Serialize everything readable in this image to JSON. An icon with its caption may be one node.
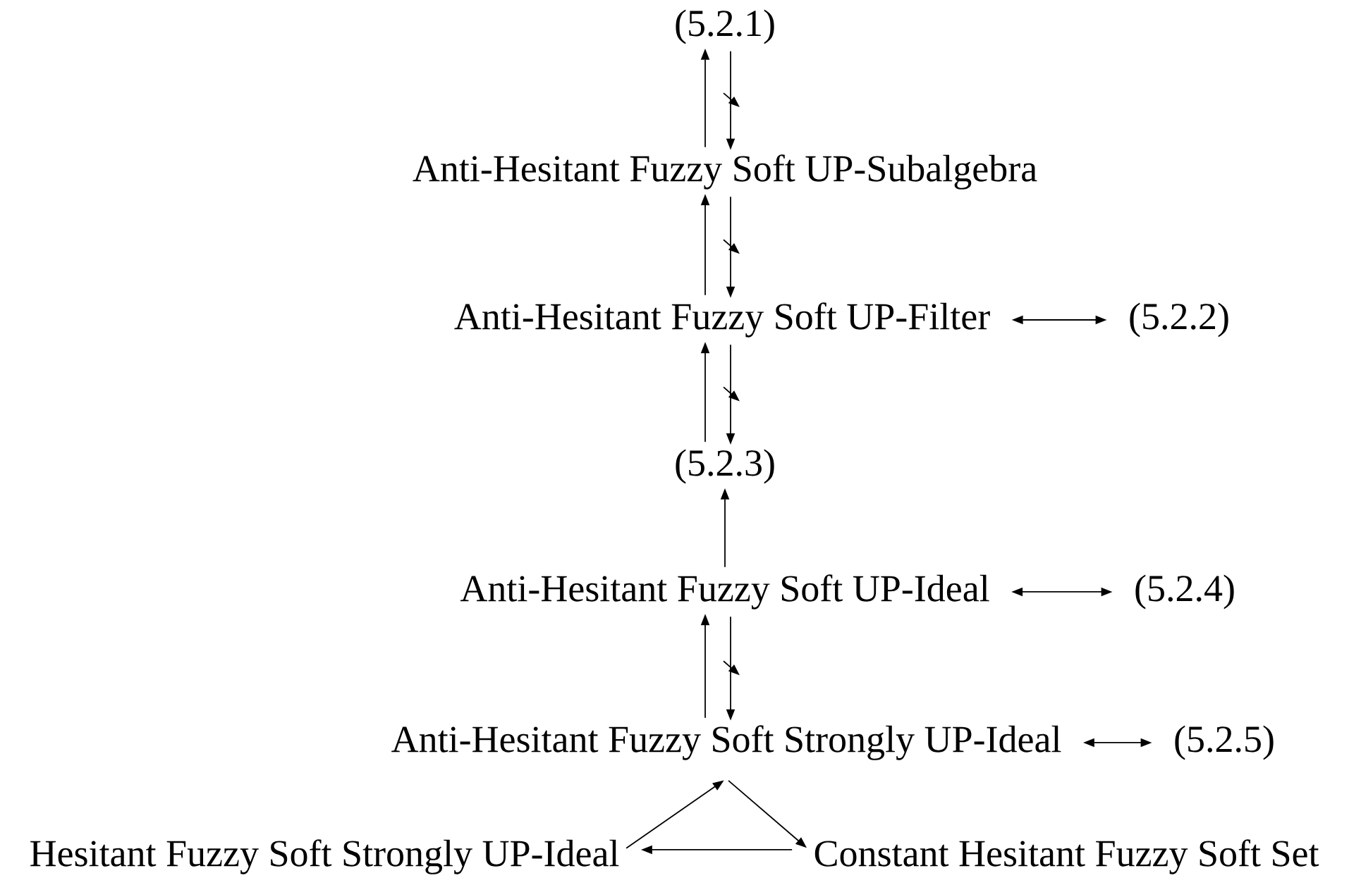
{
  "diagram": {
    "nodes": [
      {
        "text": [
          "(5.2.1)"
        ]
      },
      {
        "text": [
          "Anti-Hesitant Fuzzy Soft UP-Subalgebra"
        ]
      },
      {
        "text": [
          "Anti-Hesitant Fuzzy Soft UP-Filter"
        ]
      },
      {
        "text": [
          "(5.2.2)"
        ]
      },
      {
        "text": [
          "(5.2.3)"
        ]
      },
      {
        "text": [
          "Anti-Hesitant Fuzzy Soft UP-Ideal"
        ]
      },
      {
        "text": [
          "(5.2.4)"
        ]
      },
      {
        "text": [
          "Anti-Hesitant Fuzzy Soft Strongly UP-Ideal"
        ]
      },
      {
        "text": [
          "(5.2.5)"
        ]
      },
      {
        "text": [
          "Hesitant Fuzzy Soft Strongly UP-Ideal"
        ]
      },
      {
        "text": [
          "Constant Hesitant Fuzzy Soft Set"
        ]
      }
    ],
    "edges": [
      {
        "from": 1,
        "to": 0,
        "arrow": "to"
      },
      {
        "from": 0,
        "to": 1,
        "arrow": "to"
      },
      {
        "from": 2,
        "to": 1,
        "arrow": "to"
      },
      {
        "from": 1,
        "to": 2,
        "arrow": "to"
      },
      {
        "from": 2,
        "to": 3,
        "arrow": "both"
      },
      {
        "from": 4,
        "to": 2,
        "arrow": "to"
      },
      {
        "from": 2,
        "to": 4,
        "arrow": "to"
      },
      {
        "from": 5,
        "to": 4,
        "arrow": "to"
      },
      {
        "from": 5,
        "to": 6,
        "arrow": "both"
      },
      {
        "from": 7,
        "to": 5,
        "arrow": "to"
      },
      {
        "from": 5,
        "to": 7,
        "arrow": "to"
      },
      {
        "from": 7,
        "to": 8,
        "arrow": "both"
      },
      {
        "from": 9,
        "to": 7,
        "arrow": "to"
      },
      {
        "from": 7,
        "to": 10,
        "arrow": "to"
      },
      {
        "from": 10,
        "to": 9,
        "arrow": "to"
      }
    ]
  }
}
